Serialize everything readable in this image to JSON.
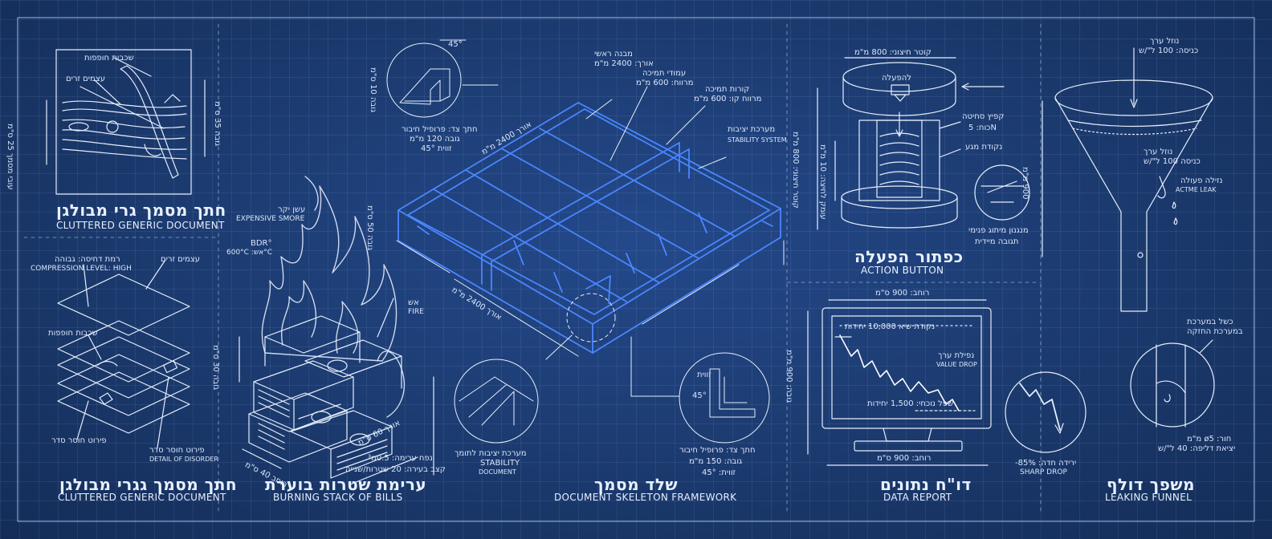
{
  "colors": {
    "background": "#1b3c72",
    "line": "#e6eefc",
    "accent": "#4a86ff",
    "flame": "#cfd9ec"
  },
  "panels": {
    "top_left": {
      "title_he": "חתך מסמך גרי מבולגן",
      "title_en": "CLUTTERED GENERIC DOCUMENT",
      "notes": [
        "שכבות חופפות",
        "עצמים זרים",
        "עובי מסמך 25 ס\"מ",
        "גובה 35 ס\"מ"
      ]
    },
    "bottom_left": {
      "title_he": "חתך מסמך גגרי מבולגן",
      "title_en": "CLUTTERED GENERIC DOCUMENT",
      "notes": [
        "רמת דחיסה: גבוהה",
        "COMPRESSION LEVEL: HIGH",
        "עצמים זרים",
        "שכבות חופפות",
        "פירוט חוסר סדר",
        "פירוט חוסר סדר",
        "DETAIL OF DISORDER"
      ]
    },
    "bills": {
      "title_he": "ערימת שטרות בוערת",
      "title_en": "BURNING STACK OF BILLS",
      "notes": [
        "עשן יקר",
        "EXPENSIVE SMORE",
        "אש",
        "FIRE",
        "BDR°",
        "600°C :אש°C",
        "נפח ערימה: 0.5מ³",
        "קצב בעירה: 20 שטרות/שנייה",
        "גובה 30 ס\"מ",
        "רוחב 40 ס\"מ",
        "אורך 60 ס\"מ"
      ]
    },
    "framework": {
      "title_he": "שלד מסמך",
      "title_en": "DOCUMENT SKELETON FRAMEWORK",
      "notes": [
        "45°",
        "גובה 10 ס\"מ",
        "חתך צד: פרופיל חיבור",
        "גובה 120 מ\"מ",
        "זווית 45°",
        "מבנה ראשי",
        "אורך: 2400 מ\"מ",
        "עמודי תמיכה",
        "מרווח: 600 מ\"מ",
        "קורות תמיכה",
        "מרווח קו: 600 מ\"מ",
        "מערכת יציבות",
        "STABILITY SYSTEM",
        "אורך 2400 מ\"מ",
        "אורך 2400 מ\"מ",
        "גובה 50 ס\"מ",
        "מערכת יציבות לתומך",
        "STABILITY",
        "DOCUMENT",
        "חתך צד: פרופיל חיבור",
        "גובה: 150 מ\"מ",
        "זווית: 45°",
        "45°",
        "זווית"
      ]
    },
    "button": {
      "title_he": "כפתור הפעלה",
      "title_en": "ACTION BUTTON",
      "notes": [
        "קוטר חיצוני: 800 מ\"מ",
        "להפעלה",
        "קפיץ סחיטה",
        "כוח: 5N",
        "נקודת מגע",
        "קוטר חיצוני: 800 מ\"מ",
        "עומק לחיצה: 10 מ\"מ",
        "מנגנון מיתוג פנימי",
        "תגובה מיידית"
      ]
    },
    "report": {
      "title_he": "דו\"ח נתונים",
      "title_en": "DATA REPORT",
      "notes": [
        "רוחב: 900 ס\"מ",
        "נקודת שיא 10,000 יחידות",
        "נפילת ערך",
        "VALUE DROP",
        "שפל נוכחי: 1,500 יחידות",
        "גובה: 900 מ\"מ",
        "רוחב: 900 ס\"מ",
        "ירידה חדה: 85%-",
        "SHARP DROP"
      ]
    },
    "funnel": {
      "title_he": "משפך דולף",
      "title_en": "LEAKING FUNNEL",
      "notes": [
        "נוזל ערך",
        "כניסה: 100 ל\"/ש",
        "נוזל ערך",
        "כניסה 100 ל\"/ש",
        "900 מ\"מ",
        "נזילה פעולה",
        "ACTME LEAK",
        "כשל במערכת",
        "במערכת החזקה",
        "חור: ø5 מ\"מ",
        "יציאת דליפה: 40 ל\"/ש"
      ]
    }
  }
}
